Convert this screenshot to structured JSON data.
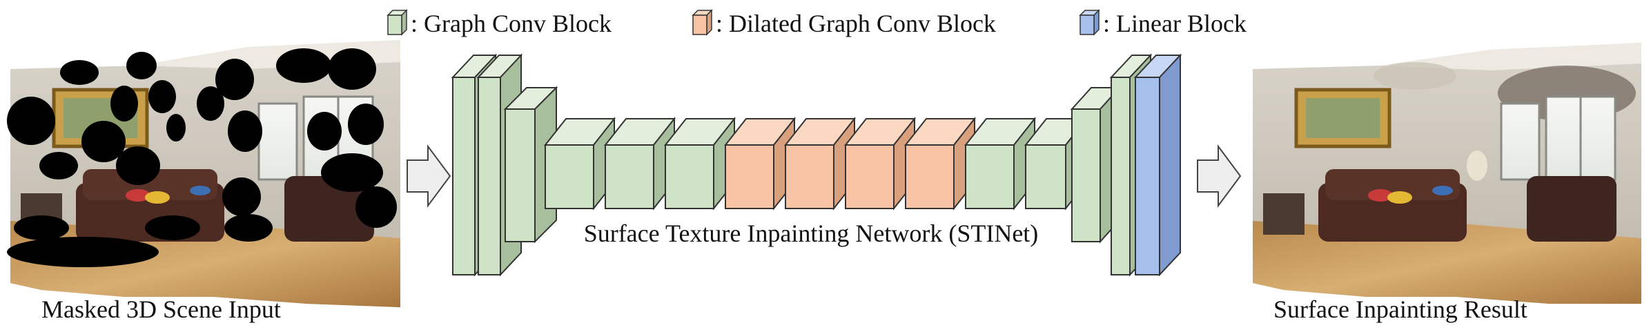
{
  "legend": {
    "items": [
      {
        "label": ": Graph Conv Block",
        "color": "#cfe3c6",
        "icon": "green-cube-icon"
      },
      {
        "label": ": Dilated Graph Conv Block",
        "color": "#f8c3a4",
        "icon": "orange-cube-icon"
      },
      {
        "label": ": Linear Block",
        "color": "#a6c0ec",
        "icon": "blue-cube-icon"
      }
    ]
  },
  "input": {
    "caption": "Masked 3D Scene Input"
  },
  "network": {
    "caption": "Surface Texture Inpainting Network (STINet)"
  },
  "output": {
    "caption": "Surface Inpainting Result"
  },
  "colors": {
    "graph_conv": "#cfe3c6",
    "dilated_conv": "#f8c3a4",
    "linear": "#a6c0ec",
    "arrow": "#eeeeee"
  }
}
